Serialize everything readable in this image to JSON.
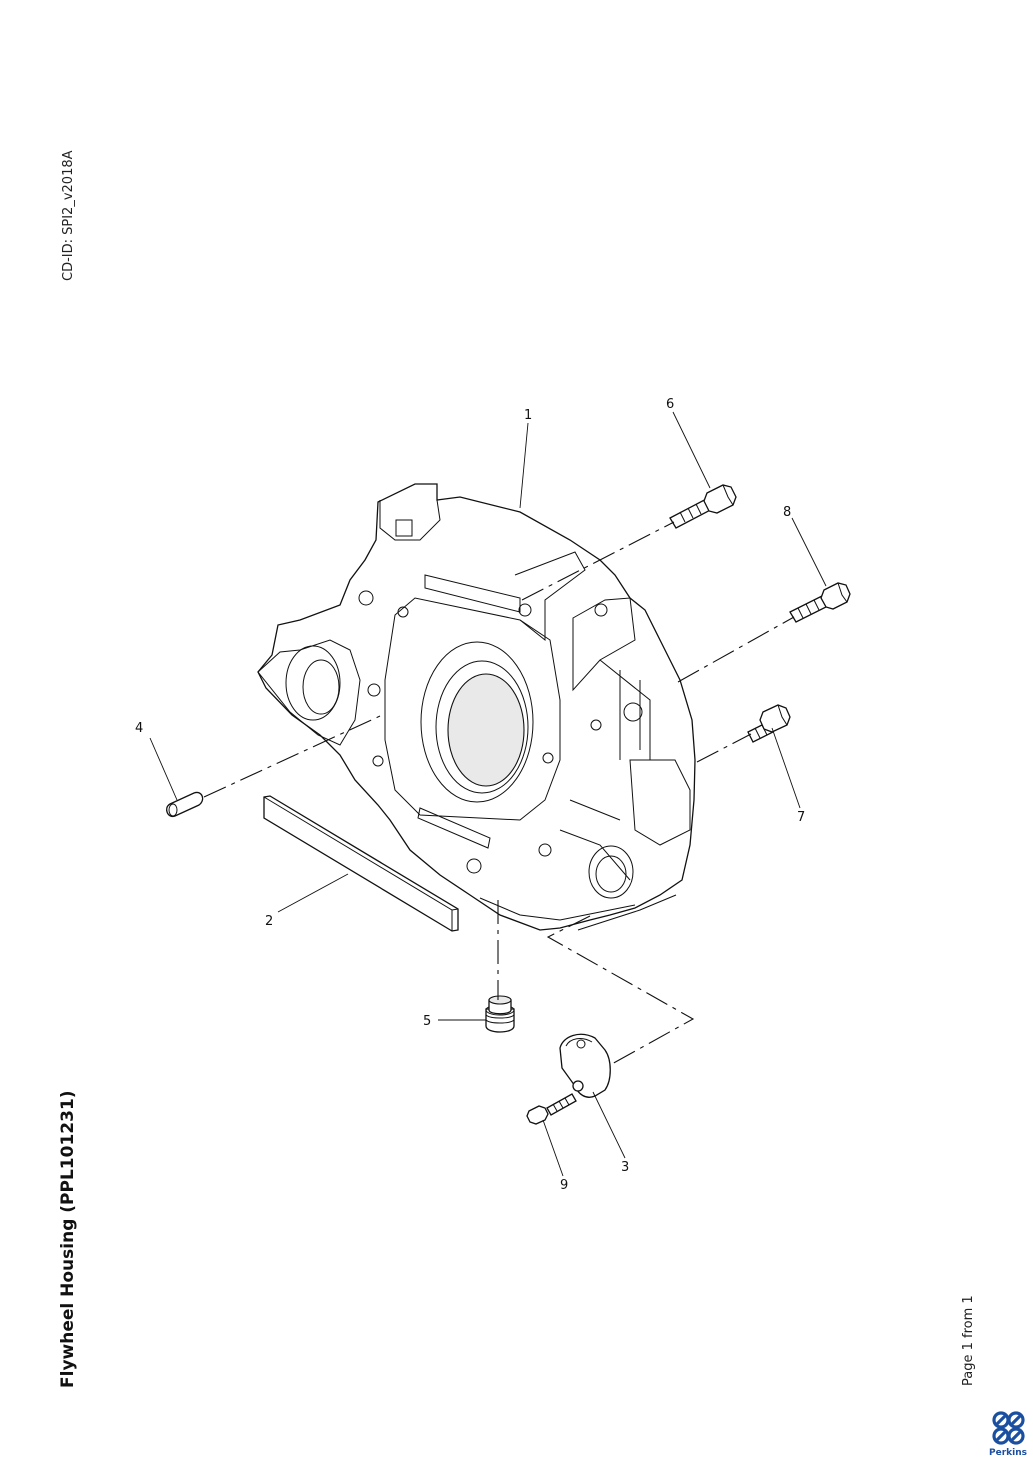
{
  "header": {
    "cd_id": "CD-ID: SPI2_v2018A"
  },
  "document": {
    "title": "Flywheel Housing (PPL101231)",
    "page_label": "Page 1 from 1"
  },
  "brand": {
    "name": "Perkins",
    "color": "#1b4fa0",
    "icon": "perkins-logo-icon"
  },
  "callouts": [
    "1",
    "2",
    "3",
    "4",
    "5",
    "6",
    "7",
    "8",
    "9"
  ]
}
